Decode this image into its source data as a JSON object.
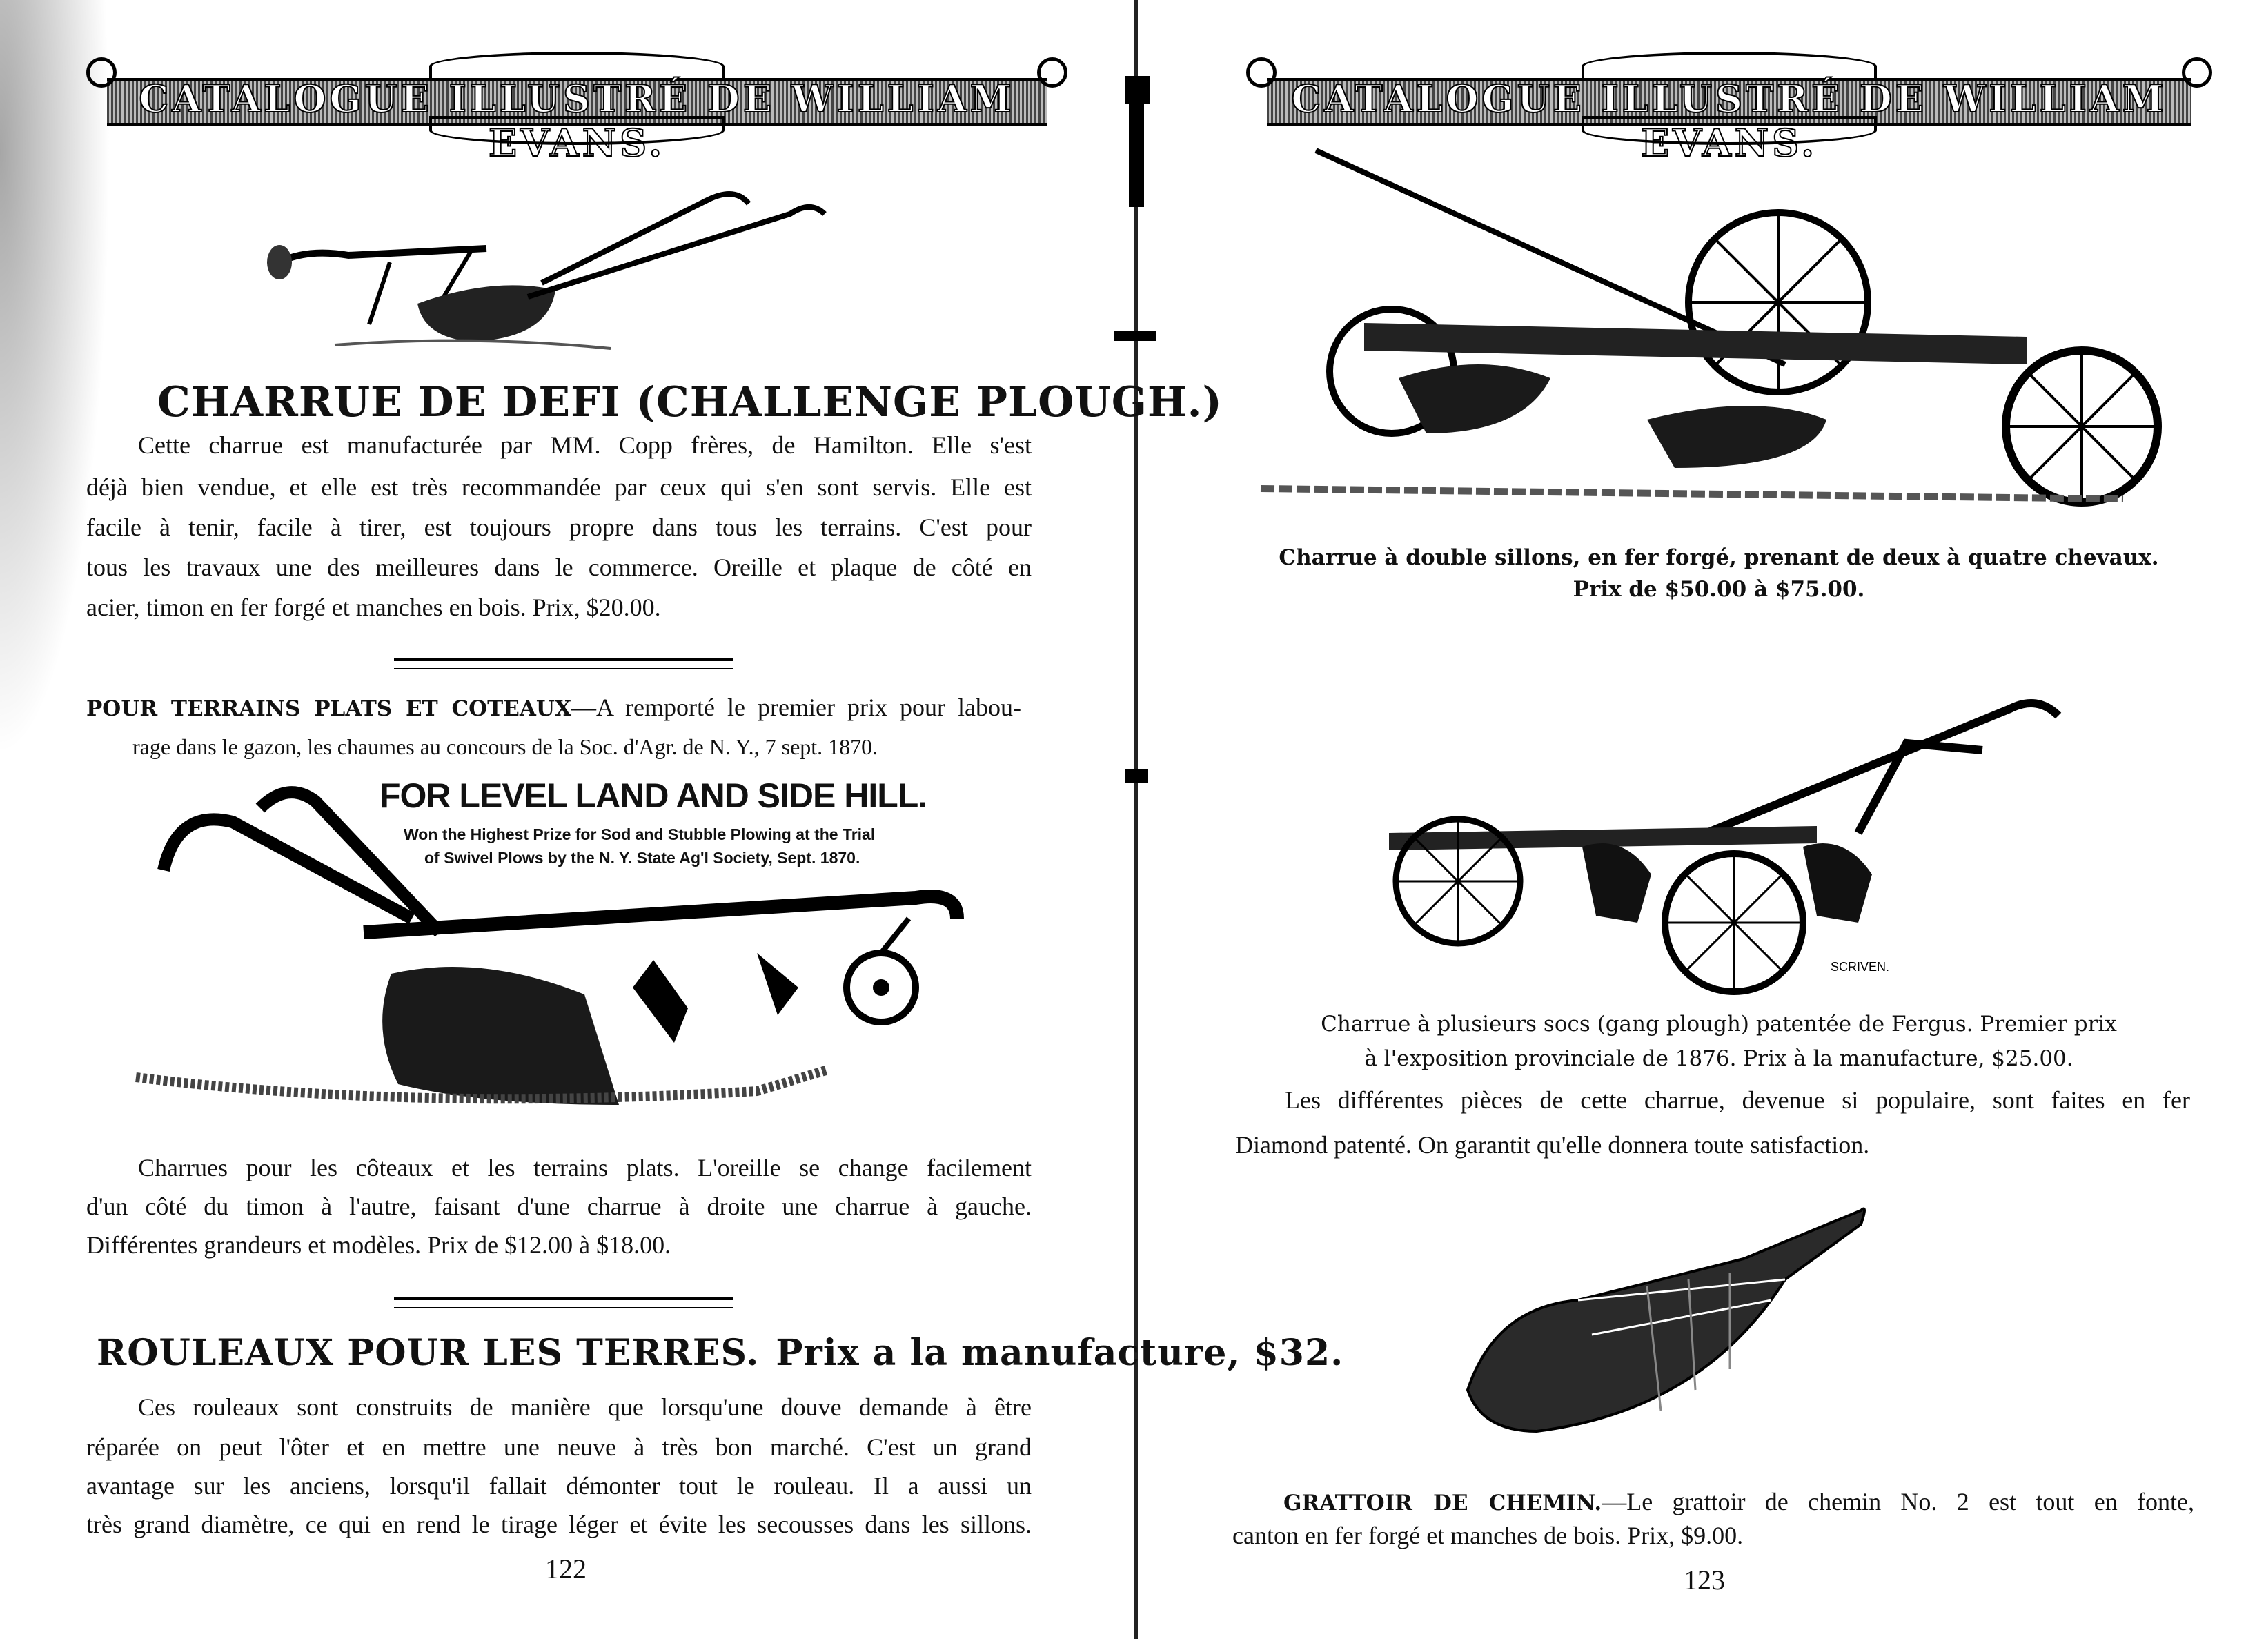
{
  "header": {
    "banner_text": "Catalogue Illustré de William Evans."
  },
  "left_page": {
    "challenge": {
      "title": "CHARRUE DE DEFI (CHALLENGE PLOUGH.)",
      "lines": [
        "Cette charrue est manufacturée par MM. Copp frères, de Hamilton.  Elle s'est",
        "déjà bien vendue, et elle est très recommandée par ceux qui s'en sont servis.  Elle est",
        "facile à tenir, facile à tirer, est toujours propre dans tous les terrains.  C'est pour",
        "tous les travaux une des meilleures dans le commerce.  Oreille et plaque de côté en",
        "acier, timon en fer forgé et manches en bois.  Prix, $20.00."
      ]
    },
    "level_land": {
      "heading": "POUR TERRAINS PLATS ET COTEAUX",
      "heading_rest": "—A remporté le premier prix pour labou-",
      "line2": "rage dans le gazon, les chaumes au concours de la Soc. d'Agr. de N. Y., 7 sept. 1870.",
      "ad_title": "FOR LEVEL LAND AND SIDE HILL.",
      "ad_sub1": "Won the Highest Prize for Sod and Stubble Plowing at the Trial",
      "ad_sub2": "of Swivel Plows by the N. Y. State Ag'l Society, Sept. 1870.",
      "lines": [
        "Charrues pour les côteaux et les terrains plats.  L'oreille se change facilement",
        "d'un côté du timon à l'autre, faisant d'une charrue à droite une charrue à gauche.",
        "Différentes grandeurs et modèles.  Prix de $12.00 à $18.00."
      ]
    },
    "rollers": {
      "title": "ROULEAUX POUR LES TERRES.",
      "title_price": "Prix a la manufacture, $32.",
      "lines": [
        "Ces rouleaux sont construits de manière que lorsqu'une douve demande à être",
        "réparée on peut l'ôter et en mettre une neuve à très bon marché.  C'est un grand",
        "avantage sur les anciens, lorsqu'il fallait démonter tout le rouleau.  Il a aussi un",
        "très grand diamètre, ce qui en rend le tirage léger et évite les secousses dans les sillons."
      ]
    },
    "page_number": "122"
  },
  "right_page": {
    "double_furrow": {
      "caption1": "Charrue à double sillons, en fer forgé, prenant de deux à quatre chevaux.",
      "caption2": "Prix de $50.00 à $75.00."
    },
    "gang_plough": {
      "engraver": "SCRIVEN.",
      "caption1": "Charrue à plusieurs socs (gang plough) patentée de Fergus.  Premier prix",
      "caption2": "à l'exposition provinciale de 1876.  Prix à la manufacture, $25.00.",
      "lines": [
        "Les différentes pièces de cette charrue, devenue si populaire, sont faites en fer",
        "Diamond patenté.  On garantit qu'elle donnera toute satisfaction."
      ]
    },
    "scraper": {
      "heading": "GRATTOIR DE CHEMIN.",
      "heading_rest": "—Le grattoir de chemin No. 2 est tout en fonte,",
      "line2": "canton en fer forgé et manches de bois.  Prix, $9.00."
    },
    "page_number": "123"
  }
}
